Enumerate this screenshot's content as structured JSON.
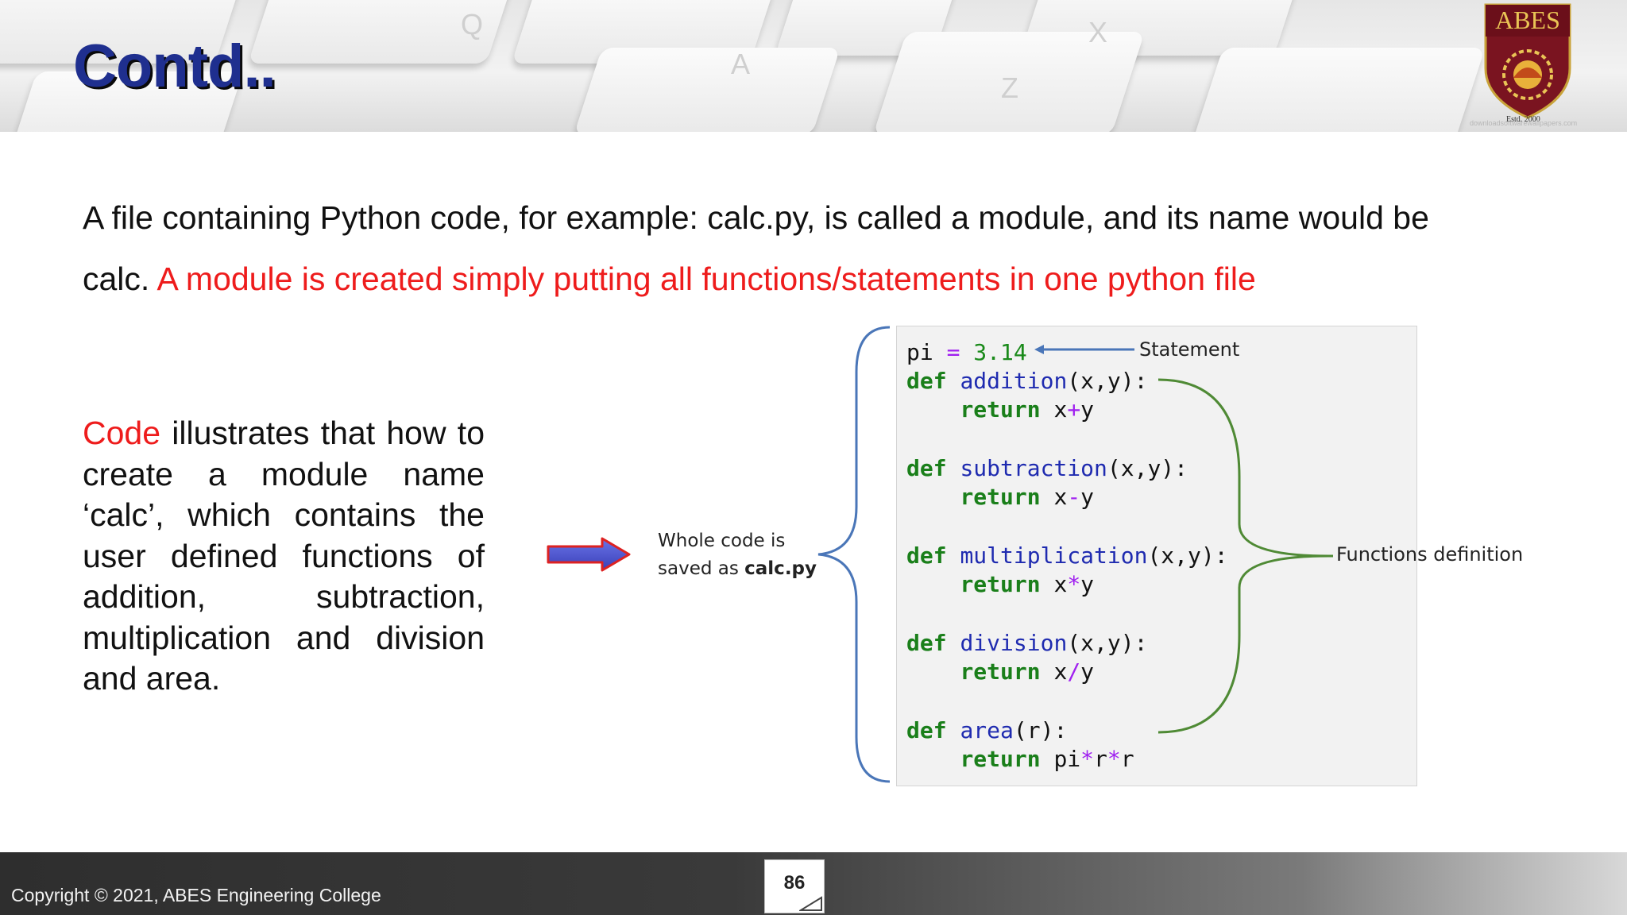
{
  "slide": {
    "title": "Contd..",
    "logo": {
      "name": "ABES",
      "estd": "Estd. 2000",
      "watermark": "downloadsoftwarewallpapers.com"
    },
    "paragraph": {
      "black_1": "A file containing Python code, for example: calc.py, is called a module, and its name would be",
      "black_2": "calc. ",
      "red": "A module is created simply putting all functions/statements in one python file"
    },
    "description": {
      "red_word": "Code",
      "rest": " illustrates that how to create a module name ‘calc’, which contains the user defined functions of addition, subtraction, multiplication and division and area."
    },
    "diagram": {
      "saved_line1": "Whole code is",
      "saved_prefix": "saved as ",
      "saved_file": "calc.py",
      "statement_label": "Statement",
      "functions_label": "Functions definition",
      "code": {
        "l1": {
          "a": "pi ",
          "b": "=",
          "c": " 3.14"
        },
        "l2": {
          "kw": "def",
          "fn": "addition",
          "rest": "(x,y):"
        },
        "l3": {
          "kw": "return",
          "a": " x",
          "op": "+",
          "b": "y"
        },
        "l4": {
          "kw": "def",
          "fn": "subtraction",
          "rest": "(x,y):"
        },
        "l5": {
          "kw": "return",
          "a": " x",
          "op": "-",
          "b": "y"
        },
        "l6": {
          "kw": "def",
          "fn": "multiplication",
          "rest": "(x,y):"
        },
        "l7": {
          "kw": "return",
          "a": " x",
          "op": "*",
          "b": "y"
        },
        "l8": {
          "kw": "def",
          "fn": "division",
          "rest": "(x,y):"
        },
        "l9": {
          "kw": "return",
          "a": " x",
          "op": "/",
          "b": "y"
        },
        "l10": {
          "kw": "def",
          "fn": "area",
          "rest": "(r):"
        },
        "l11": {
          "kw": "return",
          "a": " pi",
          "op": "*",
          "b": "r",
          "op2": "*",
          "c": "r"
        }
      }
    },
    "footer": {
      "copyright": "Copyright © 2021, ABES Engineering College",
      "page": "86"
    },
    "colors": {
      "title": "#1f2f8f",
      "emphasis": "#ee1c1c",
      "keyword": "#1a7f1a",
      "function": "#1f2bb0",
      "operator": "#a020f0",
      "brace_left": "#4a76b8",
      "brace_right": "#4f8a35"
    }
  }
}
